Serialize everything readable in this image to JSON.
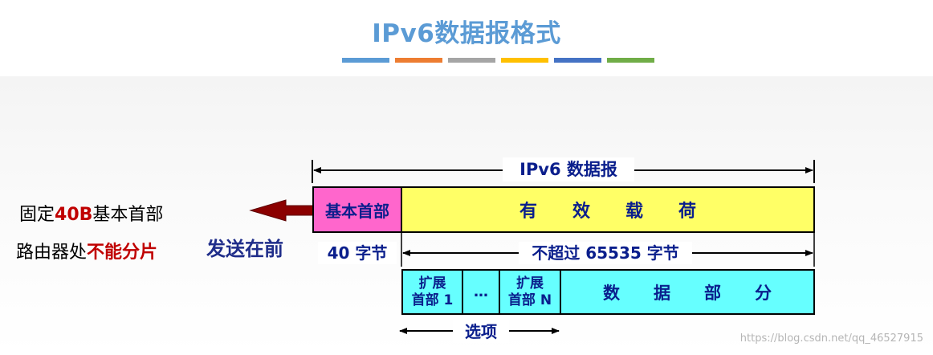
{
  "slide": {
    "title": "IPv6数据报格式",
    "accent_colors": [
      "#5b9bd5",
      "#ed7d31",
      "#a5a5a5",
      "#ffc000",
      "#4472c4",
      "#70ad47"
    ]
  },
  "notes": {
    "line1_prefix": "固定",
    "line1_bold": "40B",
    "line1_suffix": "基本首部",
    "line2_prefix": "路由器处",
    "line2_red": "不能分片"
  },
  "send_first": "发送在前",
  "diagram": {
    "datagram_label": "IPv6 数据报",
    "base_header": "基本首部",
    "payload": "有　　效　　载　　荷",
    "base_header_size": "40 字节",
    "payload_size": "不超过 65535 字节",
    "ext_header_1": "扩展\n首部 1",
    "ext_ellipsis": "…",
    "ext_header_n": "扩展\n首部 N",
    "data_part": "数　　据　　部　　分",
    "options_label": "选项"
  },
  "colors": {
    "base_header_fill": "#ff66cc",
    "payload_fill": "#ffff66",
    "extension_fill": "#66ffff",
    "text_blue": "#0a1e8c",
    "arrow_fill": "#8b0000"
  },
  "watermark": "https://blog.csdn.net/qq_46527915"
}
